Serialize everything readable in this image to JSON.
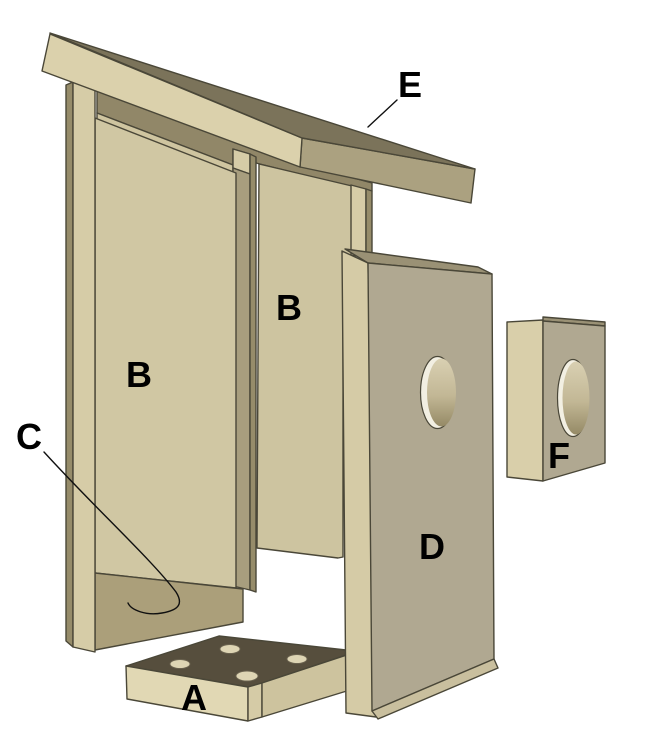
{
  "diagram": {
    "background": "#ffffff",
    "labels": [
      {
        "id": "part-a",
        "text": "A"
      },
      {
        "id": "part-b-left",
        "text": "B"
      },
      {
        "id": "part-b-middle",
        "text": "B"
      },
      {
        "id": "part-c",
        "text": "C"
      },
      {
        "id": "part-d",
        "text": "D"
      },
      {
        "id": "part-e",
        "text": "E"
      },
      {
        "id": "part-f",
        "text": "F"
      }
    ],
    "colors": {
      "outline": "#4a4738",
      "roof_top": "#7b735a",
      "roof_fascia": "#dbd1ac",
      "roof_right": "#aba180",
      "shadow": "#918768",
      "bevel": "#cfc5a0",
      "post_cream": "#d6cca7",
      "post_body": "#a89e7e",
      "post_edge": "#968c6a",
      "side_panel": "#d0c7a3",
      "back_panel": "#cdc4a0",
      "floor_support": "#ab9f7a",
      "d_left": "#d5cba6",
      "d_top": "#9a9175",
      "d_front": "#b0a891",
      "d_bevel": "#c9bf9e",
      "f_left": "#d9cfaa",
      "base_top": "#564e3d",
      "base_front": "#e1d8b4",
      "base_chamfer": "#d5cba6",
      "base_right": "#cdc39e",
      "hole_white": "#f2efe2",
      "hole_fill_light": "#d9d0b2",
      "hole_fill_dark": "#958a66",
      "base_hole": "#ded5b4",
      "label": "#000000",
      "leader": "#101010"
    }
  }
}
